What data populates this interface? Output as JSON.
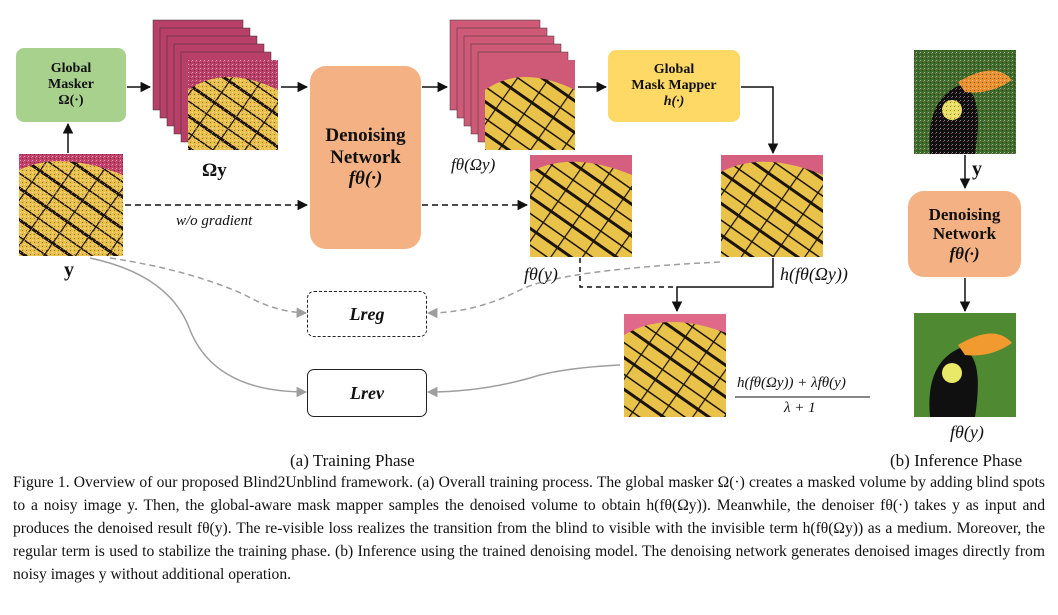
{
  "boxes": {
    "global_masker": [
      "Global",
      "Masker",
      "Ω(·)"
    ],
    "denoising_network_train": [
      "Denoising",
      "Network",
      "fθ(·)"
    ],
    "global_mask_mapper": [
      "Global",
      "Mask Mapper",
      "h(·)"
    ],
    "denoising_network_infer": [
      "Denoising",
      "Network",
      "fθ(·)"
    ]
  },
  "losses": {
    "reg": "Lreg",
    "rev": "Lrev"
  },
  "labels": {
    "omega_y": "Ωy",
    "y_train": "y",
    "wo_gradient": "w/o gradient",
    "f_omega": "fθ(Ωy)",
    "f_y": "fθ(y)",
    "h_f_omega": "h(fθ(Ωy))",
    "fraction_num": "h(fθ(Ωy)) + λfθ(y)",
    "fraction_den": "λ + 1",
    "y_infer": "y",
    "f_y_infer": "fθ(y)"
  },
  "sublabels": {
    "training": "(a) Training Phase",
    "inference": "(b) Inference Phase"
  },
  "caption": "Figure 1. Overview of our proposed Blind2Unblind framework. (a) Overall training process. The global masker Ω(·) creates a masked volume by adding blind spots to a noisy image y. Then, the global-aware mask mapper samples the denoised volume to obtain h(fθ(Ωy)). Meanwhile, the denoiser fθ(·) takes y as input and produces the denoised result fθ(y). The re-visible loss realizes the transition from the blind to visible with the invisible term h(fθ(Ωy)) as a medium. Moreover, the regular term is used to stabilize the training phase. (b) Inference using the trained denoising model. The denoising network generates denoised images directly from noisy images y without additional operation.",
  "colors": {
    "masker": "#a9d18e",
    "network": "#f4b183",
    "mapper": "#ffd966",
    "arrow": "#111111",
    "reg_arrow": "#9e9e9e"
  }
}
